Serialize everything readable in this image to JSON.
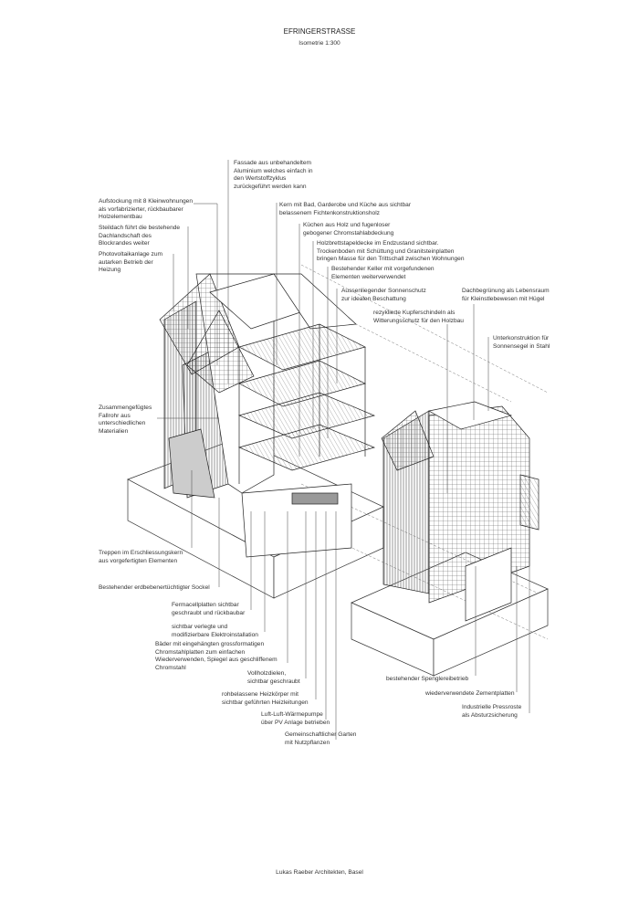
{
  "header": {
    "title": "EFRINGERSTRASSE",
    "subtitle": "Isometrie 1:300"
  },
  "labels": {
    "fassade": "Fassade aus unbehandeltem\nAluminium welches einfach in\nden Wertstoffzyklus\nzurückgeführt werden kann",
    "aufstockung": "Aufstockung mit 8 Kleinwohnungen\nals vorfabrizierter, rückbaubarer\nHolzelementbau",
    "steildach": "Steildach führt die bestehende\nDachlandschaft des\nBlockrandes weiter",
    "photovoltaik": "Photovoltaikanlage zum\nautarken Betrieb der\nHeizung",
    "kern": "Kern mit Bad, Garderobe und Küche aus sichtbar\nbelassenem Fichtenkonstruktionsholz",
    "kuechen": "Küchen aus Holz und fugenloser\ngebogener Chromstahlabdeckung",
    "holzbrettstapel": "Holzbrettstapeldecke im Endzustand sichtbar.\nTrockenboden mit Schüttung und Granitsteinplatten\nbringen Masse für den Trittschall zwischen Wohnungen",
    "keller": "Bestehender Keller mit vorgefundenen\nElementen weiterverwendet",
    "sonnenschutz": "Aussenliegender Sonnenschutz\nzur idealen Beschattung",
    "kupfer": "rezyklierte Kupferschindeln als\nWitterungsschutz für den Holzbau",
    "dachbegruenung": "Dachbegrünung als Lebensraum\nfür Kleinstlebewesen mit Hügel",
    "unterkonstruktion": "Unterkonstruktion für\nSonnensegel in Stahl",
    "fallrohr": "Zusammengefügtes\nFallrohr aus\nunterschiedlichen\nMaterialien",
    "treppen": "Treppen im Erschliessungskern\naus vorgefertigten Elementen",
    "sockel": "Bestehender erdbebenertüchtigter Sockel",
    "fermacell": "Fermacellplatten sichtbar\ngeschraubt und rückbaubar",
    "elektro": "sichtbar verlegte und\nmodifizierbare Elektroinstallation",
    "baeder": "Bäder mit eingehängten grossformatigen\nChromstahlplatten zum einfachen\nWiederverwenden, Spiegel aus geschliffenem\nChromstahl",
    "vollholz": "Vollholzdielen,\nsichtbar geschraubt",
    "heizkoerper": "rohbelassene Heizkörper mit\nsichtbar geführten Heizleitungen",
    "waermepumpe": "Luft-Luft-Wärmepumpe\nüber PV Anlage betrieben",
    "garten": "Gemeinschaftlicher Garten\nmit Nutzpflanzen",
    "spenglerei": "bestehender Spenglereibetrieb",
    "zementplatten": "wiederverwendete Zementplatten",
    "pressroste": "Industrielle Pressroste\nals Absturzsicherung"
  },
  "footer": {
    "credit": "Lukas Raeber Architekten, Basel"
  }
}
